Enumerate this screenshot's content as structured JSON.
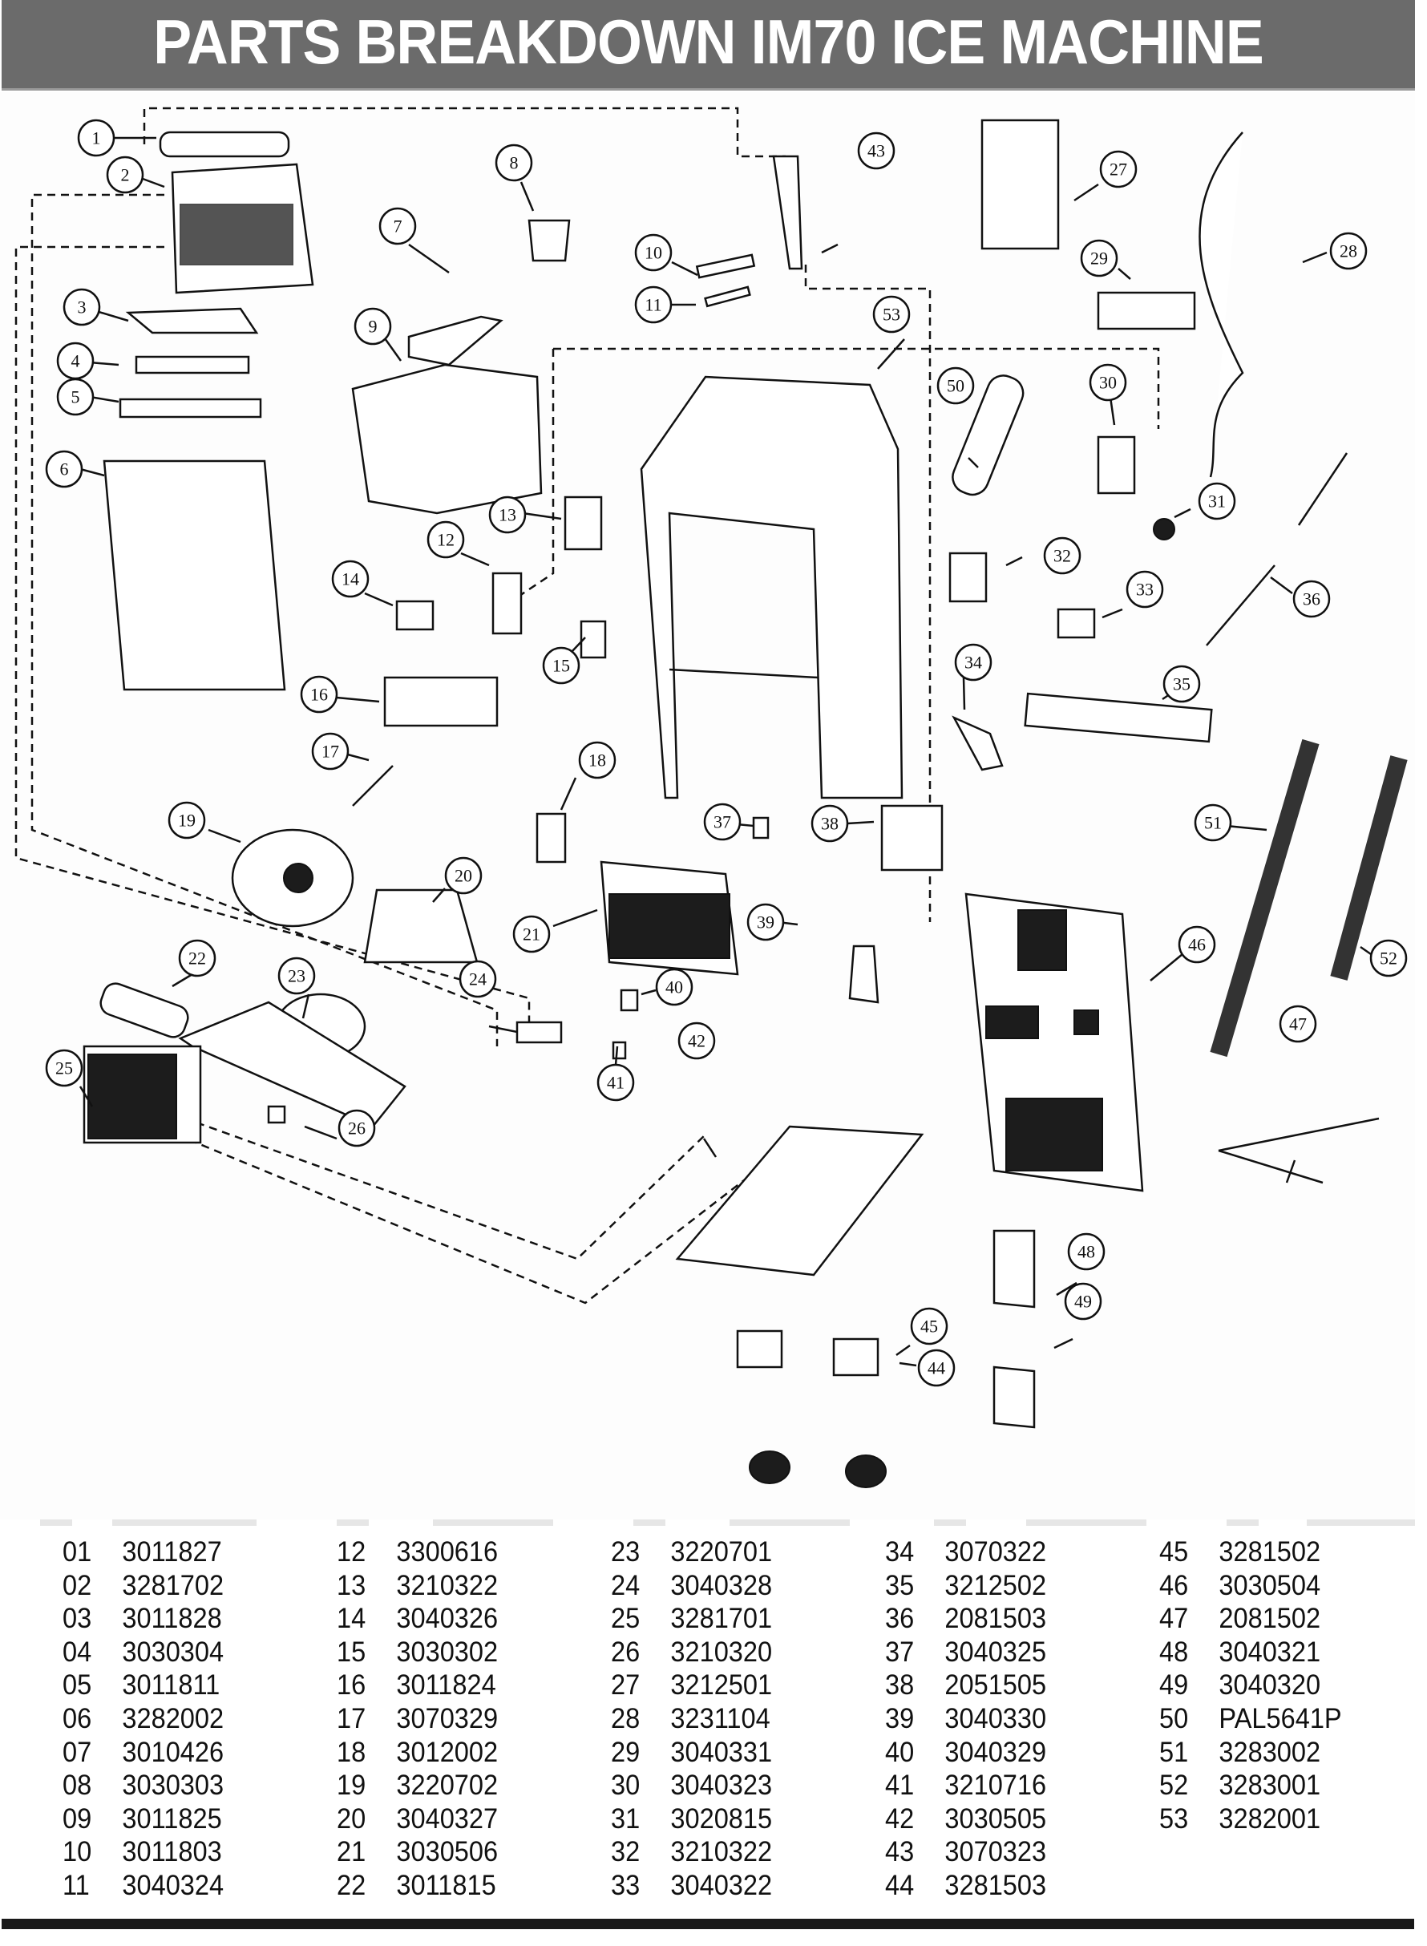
{
  "title": "PARTS BREAKDOWN IM70 ICE MACHINE",
  "callouts": [
    "1",
    "2",
    "3",
    "4",
    "5",
    "6",
    "7",
    "8",
    "9",
    "10",
    "11",
    "12",
    "13",
    "14",
    "15",
    "16",
    "17",
    "18",
    "19",
    "20",
    "21",
    "22",
    "23",
    "24",
    "25",
    "26",
    "27",
    "28",
    "29",
    "30",
    "31",
    "32",
    "33",
    "34",
    "35",
    "36",
    "37",
    "38",
    "39",
    "40",
    "41",
    "42",
    "43",
    "44",
    "45",
    "46",
    "47",
    "48",
    "49",
    "50",
    "51",
    "52",
    "53"
  ],
  "parts_table": {
    "columns": [
      [
        [
          "01",
          "3011827"
        ],
        [
          "02",
          "3281702"
        ],
        [
          "03",
          "3011828"
        ],
        [
          "04",
          "3030304"
        ],
        [
          "05",
          "3011811"
        ],
        [
          "06",
          "3282002"
        ],
        [
          "07",
          "3010426"
        ],
        [
          "08",
          "3030303"
        ],
        [
          "09",
          "3011825"
        ],
        [
          "10",
          "3011803"
        ],
        [
          "11",
          "3040324"
        ]
      ],
      [
        [
          "12",
          "3300616"
        ],
        [
          "13",
          "3210322"
        ],
        [
          "14",
          "3040326"
        ],
        [
          "15",
          "3030302"
        ],
        [
          "16",
          "3011824"
        ],
        [
          "17",
          "3070329"
        ],
        [
          "18",
          "3012002"
        ],
        [
          "19",
          "3220702"
        ],
        [
          "20",
          "3040327"
        ],
        [
          "21",
          "3030506"
        ],
        [
          "22",
          "3011815"
        ]
      ],
      [
        [
          "23",
          "3220701"
        ],
        [
          "24",
          "3040328"
        ],
        [
          "25",
          "3281701"
        ],
        [
          "26",
          "3210320"
        ],
        [
          "27",
          "3212501"
        ],
        [
          "28",
          "3231104"
        ],
        [
          "29",
          "3040331"
        ],
        [
          "30",
          "3040323"
        ],
        [
          "31",
          "3020815"
        ],
        [
          "32",
          "3210322"
        ],
        [
          "33",
          "3040322"
        ]
      ],
      [
        [
          "34",
          "3070322"
        ],
        [
          "35",
          "3212502"
        ],
        [
          "36",
          "2081503"
        ],
        [
          "37",
          "3040325"
        ],
        [
          "38",
          "2051505"
        ],
        [
          "39",
          "3040330"
        ],
        [
          "40",
          "3040329"
        ],
        [
          "41",
          "3210716"
        ],
        [
          "42",
          "3030505"
        ],
        [
          "43",
          "3070323"
        ],
        [
          "44",
          "3281503"
        ]
      ],
      [
        [
          "45",
          "3281502"
        ],
        [
          "46",
          "3030504"
        ],
        [
          "47",
          "2081502"
        ],
        [
          "48",
          "3040321"
        ],
        [
          "49",
          "3040320"
        ],
        [
          "50",
          "PAL5641P"
        ],
        [
          "51",
          "3283002"
        ],
        [
          "52",
          "3283001"
        ],
        [
          "53",
          "3282001"
        ]
      ]
    ]
  }
}
